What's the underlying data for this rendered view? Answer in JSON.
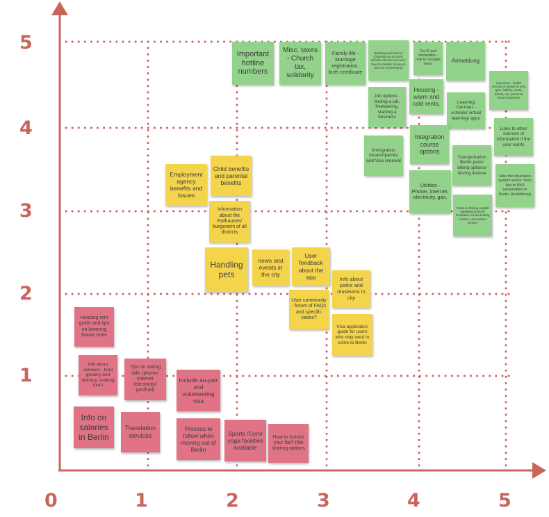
{
  "colors": {
    "axis": "#c9655d",
    "green": "#93d28a",
    "yellow": "#f4d44b",
    "red": "#e07486"
  },
  "axes": {
    "x_ticks": [
      "0",
      "1",
      "2",
      "3",
      "4",
      "5"
    ],
    "y_ticks": [
      "1",
      "2",
      "3",
      "4",
      "5"
    ]
  },
  "notes": {
    "important_hotline": "Important hotline numbers",
    "misc_taxes": "Misc. taxes - Church tax, solidarity",
    "family_life": "Family life - Marriage registration, birth certificate",
    "banking": "Banking and finance (Opening an account, Schufa, blocked account, how to transfer money in and out of Germany)",
    "tax_id": "Tax ID and declaration - how to calculate taxes",
    "anmeldung": "Anmeldung",
    "insurance": "Insurance - health insurance based on visa type, liability, travel, dental, car, personal house insurance",
    "housing_warm": "Housing - warm and cold rents,",
    "job_options": "Job options - finding a job, freelancing, starting a business",
    "learning_german": "Learning German - schools/ virtual learning/ apps",
    "links_other": "Links to other sources of information if the user wants",
    "integration": "Integration course options",
    "immigration": "Immigration issues/queries and Visa renewal",
    "transportation": "Transportation Berlin pass/ biking options/ driving license",
    "education": "How the education system works: from kita to PhD (universities in Berlin, Ausbildung)",
    "utilities": "Utilities - Phone, internet, electricity, gas,",
    "english_doctors": "Guide to finding english speaking doctors/ hospitals/ corona testing centers, vaccination centers",
    "employment": "Employment agency benefits and issues",
    "child_benefits": "Child benefits and parental benefits",
    "rathauses": "Information about the Rathauses/ burgeramt of all districts",
    "handling_pets": "Handling pets",
    "news_events": "news and events in the city",
    "user_feedback": "User feedback about the app",
    "parks": "Info about parks and museums in city",
    "user_community": "User community - forum of FAQs and specific cases?",
    "visa_guide": "Visa application guide for users who may want to come to Berlin",
    "housing_rent": "Housing rent guide and tips on lowering house rents",
    "info_services": "Info about services - food grocery and delivery, walking tours",
    "tips_bills": "Tips on saving bills (phone/ internet /electricity/ gas/fuel)",
    "au_pair": "Include au-pair and volunteering visa",
    "info_salaries": "Info on salaries in Berlin",
    "translation": "Translation services",
    "process_moving": "Process to follow when moving out of Berlin",
    "sports": "Sports /Gym/ yoga facilities available",
    "furnish_flat": "How to furnish your flat? Flat sharing options"
  }
}
